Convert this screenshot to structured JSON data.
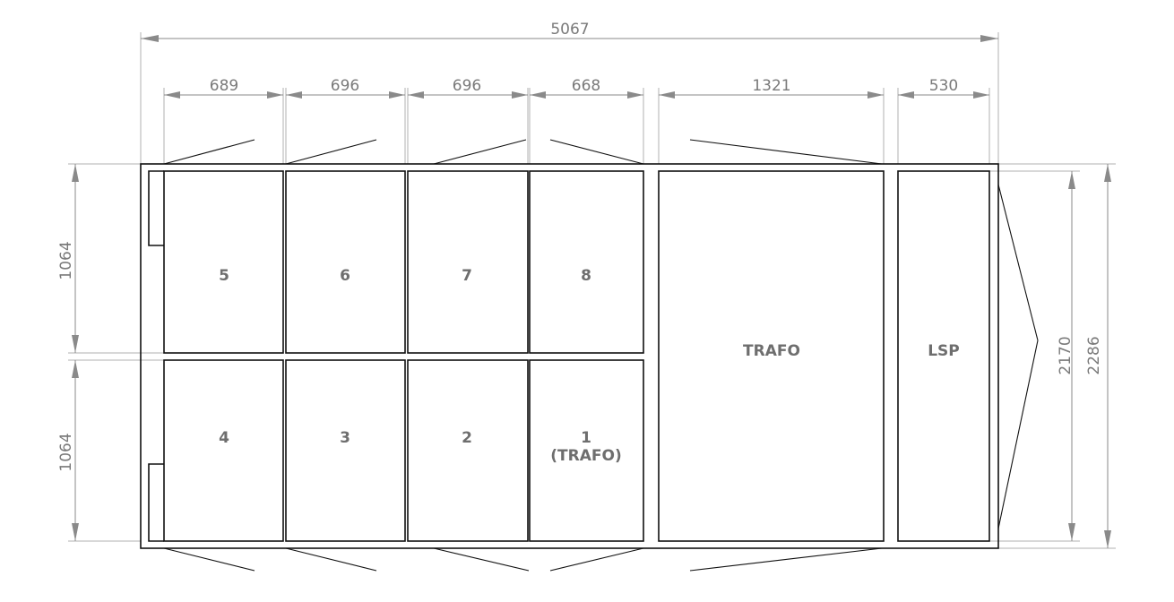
{
  "dimensions": {
    "total_width": "5067",
    "column_widths": [
      "689",
      "696",
      "696",
      "668",
      "1321",
      "530"
    ],
    "row_heights": [
      "1064",
      "1064"
    ],
    "inner_height": "2170",
    "outer_height": "2286"
  },
  "cells": {
    "c5": "5",
    "c6": "6",
    "c7": "7",
    "c8": "8",
    "c4": "4",
    "c3": "3",
    "c2": "2",
    "c1_line1": "1",
    "c1_line2": "(TRAFO)",
    "trafo": "TRAFO",
    "lsp": "LSP"
  },
  "colors": {
    "outline": "#111111",
    "dimension": "#8a8a8a",
    "label": "#6e6e6e"
  }
}
